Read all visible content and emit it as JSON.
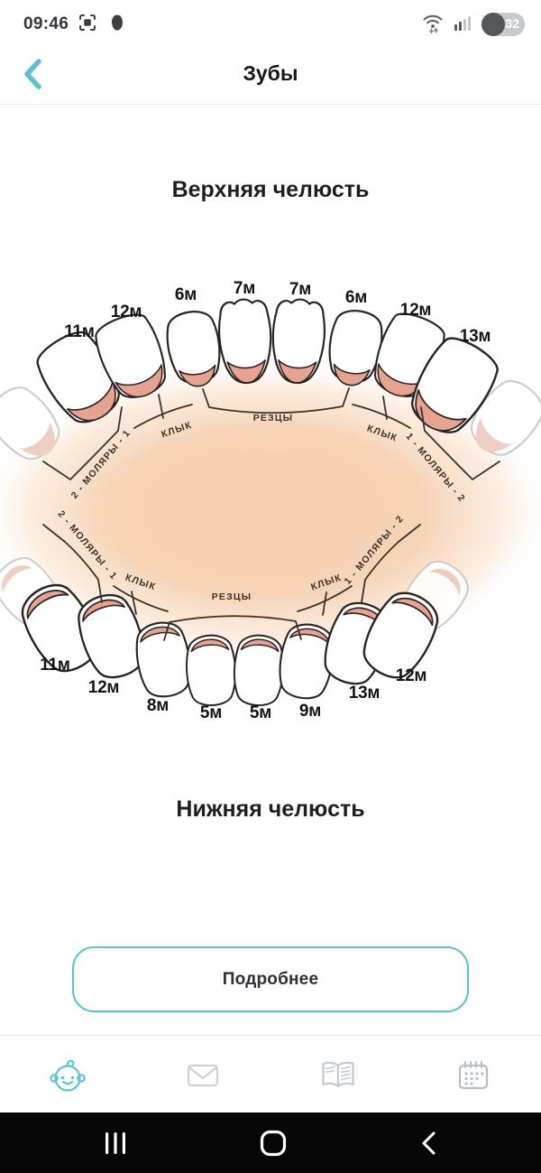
{
  "status_bar": {
    "time": "09:46",
    "battery": "32"
  },
  "header": {
    "title": "Зубы"
  },
  "upper_jaw": {
    "heading": "Верхняя челюсть",
    "sections": [
      "2 - МОЛЯРЫ - 1",
      "КЛЫК",
      "РЕЗЦЫ",
      "КЛЫК",
      "1 - МОЛЯРЫ - 2"
    ],
    "teeth": [
      "11м",
      "12м",
      "6м",
      "7м",
      "7м",
      "6м",
      "12м",
      "13м"
    ]
  },
  "lower_jaw": {
    "heading": "Нижняя челюсть",
    "sections": [
      "2 - МОЛЯРЫ - 1",
      "КЛЫК",
      "РЕЗЦЫ",
      "КЛЫК",
      "1 - МОЛЯРЫ - 2"
    ],
    "teeth": [
      "11м",
      "12м",
      "8м",
      "5м",
      "5м",
      "9м",
      "13м",
      "12м"
    ]
  },
  "details_button": {
    "label": "Подробнее"
  },
  "tab_bar": {
    "items": [
      {
        "icon": "baby-face",
        "active": true
      },
      {
        "icon": "envelope",
        "active": false
      },
      {
        "icon": "book",
        "active": false
      },
      {
        "icon": "calendar",
        "active": false
      }
    ]
  },
  "android_nav": {
    "icons": [
      "recent-apps",
      "home",
      "back"
    ]
  },
  "colors": {
    "accent_teal": "#5bc4d1",
    "peach_glow": "#f5cfad",
    "gum_pink": "#e7a391",
    "tooth_outline": "#2b2420",
    "inactive_icon": "#c6cbd2",
    "nav_black": "#060606"
  }
}
